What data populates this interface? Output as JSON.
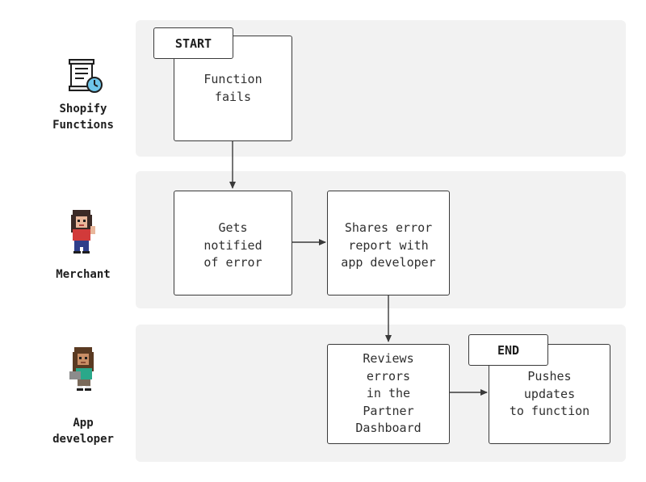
{
  "lanes": [
    {
      "label": "Shopify\nFunctions",
      "icon": "document-clock-icon"
    },
    {
      "label": "Merchant",
      "icon": "merchant-avatar-icon"
    },
    {
      "label": "App\ndeveloper",
      "icon": "developer-avatar-icon"
    }
  ],
  "tags": {
    "start": "START",
    "end": "END"
  },
  "nodes": {
    "function_fails": "Function\nfails",
    "gets_notified": "Gets\nnotified\nof error",
    "shares_report": "Shares error\nreport with\napp developer",
    "reviews_errors": "Reviews\nerrors\nin the\nPartner\nDashboard",
    "pushes_updates": "Pushes\nupdates\nto function"
  },
  "colors": {
    "lane_bg": "#f2f2f2",
    "border": "#3a3a3a",
    "arrow": "#3a3a3a"
  }
}
